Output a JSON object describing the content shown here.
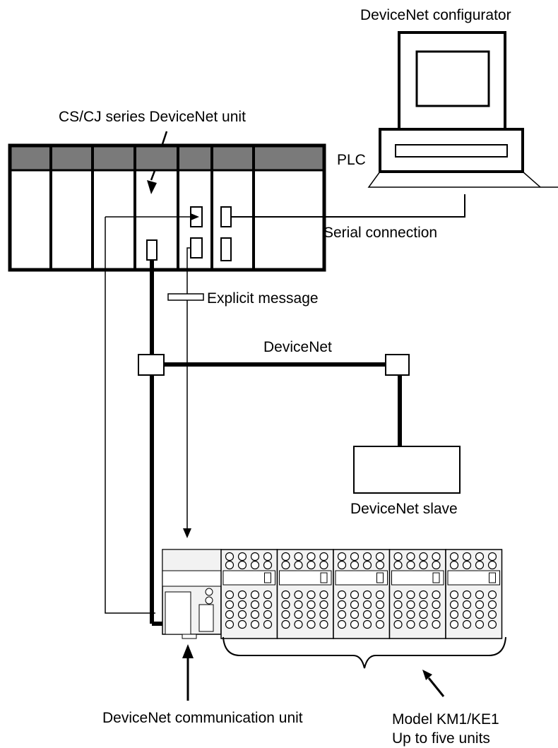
{
  "labels": {
    "configurator": "DeviceNet configurator",
    "devicenet_unit": "CS/CJ series DeviceNet unit",
    "plc": "PLC",
    "serial_connection": "Serial connection",
    "explicit_message": "Explicit message",
    "devicenet": "DeviceNet",
    "devicenet_slave": "DeviceNet slave",
    "comm_unit": "DeviceNet communication unit",
    "model": "Model KM1/KE1",
    "up_to": "Up to five units"
  },
  "colors": {
    "line": "#000000",
    "plc_header": "#7a7a7a",
    "module_body": "#f2f2f2",
    "background": "#ffffff"
  },
  "modules": {
    "count": 5
  }
}
